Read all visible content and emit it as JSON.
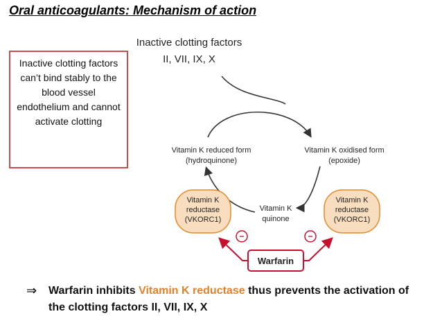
{
  "title": "Oral anticoagulants: Mechanism of action",
  "top_label": {
    "line1": "Inactive clotting factors",
    "line2": "II, VII, IX, X"
  },
  "callout_text": "Inactive clotting factors can’t bind stably to the blood vessel endothelium and cannot activate clotting",
  "cycle": {
    "reduced_line1": "Vitamin K reduced form",
    "reduced_line2": "(hydroquinone)",
    "oxidised_line1": "Vitamin K oxidised form",
    "oxidised_line2": "(epoxide)",
    "quinone_line1": "Vitamin K",
    "quinone_line2": "quinone",
    "reductase_left": [
      "Vitamin K",
      "reductase",
      "(VKORC1)"
    ],
    "reductase_right": [
      "Vitamin K",
      "reductase",
      "(VKORC1)"
    ],
    "inhibit_symbol": "−",
    "drug": "Warfarin"
  },
  "bottom": {
    "arrow": "⇒",
    "part1": "Warfarin inhibits ",
    "highlight": "Vitamin K reductase",
    "part2": " thus prevents the activation of the clotting factors II, VII, IX, X"
  },
  "colors": {
    "callout_border": "#c0504d",
    "highlight": "#e4802a",
    "enzyme_fill": "#f8ddbf",
    "enzyme_stroke": "#e58a2a",
    "inhibit_red": "#c8102e"
  }
}
